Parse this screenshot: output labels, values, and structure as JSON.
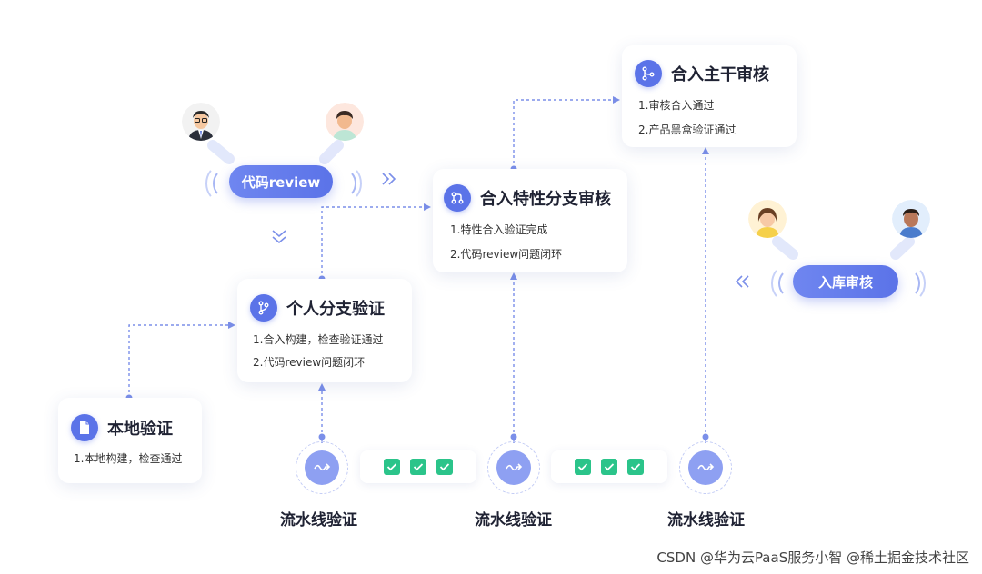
{
  "cards": {
    "local": {
      "title": "本地验证",
      "lines": [
        "1.本地构建，检查通过"
      ]
    },
    "personal": {
      "title": "个人分支验证",
      "lines": [
        "1.合入构建，检查验证通过",
        "2.代码review问题闭环"
      ]
    },
    "feature": {
      "title": "合入特性分支审核",
      "lines": [
        "1.特性合入验证完成",
        "2.代码review问题闭环"
      ]
    },
    "trunk": {
      "title": "合入主干审核",
      "lines": [
        "1.审核合入通过",
        "2.产品黑盒验证通过"
      ]
    }
  },
  "pills": {
    "code_review": "代码review",
    "warehouse_review": "入库审核"
  },
  "pipelines": [
    "流水线验证",
    "流水线验证",
    "流水线验证"
  ],
  "watermark": "CSDN @华为云PaaS服务小智 @稀土掘金技术社区",
  "colors": {
    "accent": "#5b73e8",
    "pipeline": "#8ea0f2",
    "check": "#2bc48a",
    "connector": "#7b8fe9"
  },
  "icons": [
    "git-branch-icon",
    "git-pull-request-icon",
    "git-merge-icon",
    "document-icon",
    "pipeline-icon",
    "check-icon",
    "chevron-right-double-icon",
    "chevron-down-double-icon",
    "chevron-left-double-icon"
  ]
}
